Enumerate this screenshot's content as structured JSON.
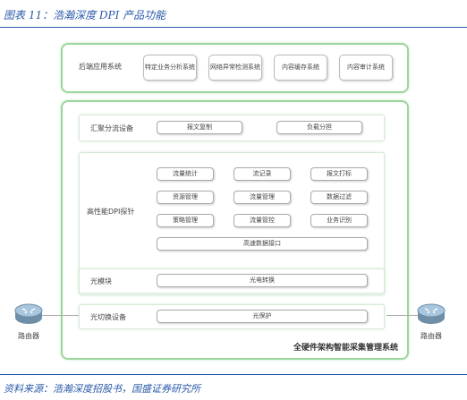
{
  "caption": "图表 11：浩瀚深度 DPI 产品功能",
  "source": "资料来源：浩瀚深度招股书，国盛证券研究所",
  "backend": {
    "title": "后端应用系统",
    "items": [
      "特定业务分析系统",
      "网络异常检测系统",
      "内容缓存系统",
      "内容审计系统"
    ]
  },
  "system_label": "全硬件架构智能采集管理系统",
  "aggregation": {
    "title": "汇聚分流设备",
    "items": [
      "报文复制",
      "负载分担"
    ]
  },
  "dpi": {
    "title": "高性能DPI探针",
    "items": [
      "流量统计",
      "流记录",
      "报文打标",
      "资源管理",
      "流量管理",
      "数据过滤",
      "策略管理",
      "流量管控",
      "业务识别"
    ],
    "bottom": "高速数据接口"
  },
  "optical_module": {
    "title": "光模块",
    "item": "光电转换"
  },
  "optical_switch": {
    "title": "光切换设备",
    "item": "光保护"
  },
  "router_left": "路由器",
  "router_right": "路由器"
}
